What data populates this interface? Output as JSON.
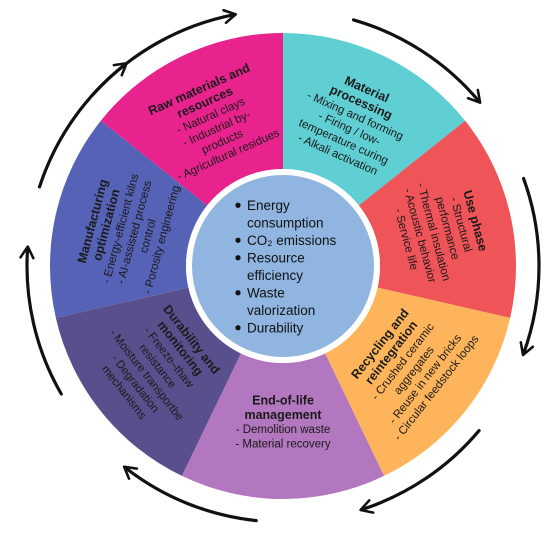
{
  "segments": [
    {
      "id": "raw-materials",
      "color": "#e8238e",
      "title": [
        "Raw materials and",
        "resources"
      ],
      "items": [
        "- Natural clays",
        "- Industrial by-",
        "products",
        "- Agricultural residues"
      ]
    },
    {
      "id": "material-processing",
      "color": "#5fcfd3",
      "title": [
        "Material",
        "processing"
      ],
      "items": [
        "- Mixing and forming",
        "- Firing / low-",
        "temperature curing",
        "- Alkali activation"
      ]
    },
    {
      "id": "use-phase",
      "color": "#ef5459",
      "title": [
        "Use phase"
      ],
      "items": [
        "- Structural",
        "performance",
        "- Thermal insulation",
        "- Acoustic behavior",
        "- Service life"
      ]
    },
    {
      "id": "recycling",
      "color": "#fdb45a",
      "title": [
        "Recycling and",
        "reintegration"
      ],
      "items": [
        "- Crushed ceramic",
        "aggregates",
        "- Reuse in new bricks",
        "- Circular feedstock loops"
      ]
    },
    {
      "id": "end-of-life",
      "color": "#b277be",
      "title": [
        "End-of-life",
        "management"
      ],
      "items": [
        "- Demolition waste",
        "- Material recovery"
      ]
    },
    {
      "id": "durability",
      "color": "#5a4f8d",
      "title": [
        "Durability and",
        "monitoring"
      ],
      "items": [
        "- Freeze–thaw",
        "resistance",
        "- Moisture transportbe",
        "- Degradation",
        "mechanisms"
      ]
    },
    {
      "id": "manufacturing",
      "color": "#5662b5",
      "title": [
        "Manufacturing",
        "optimization"
      ],
      "items": [
        "- Energy-efficient kilns",
        "- AI-assisted process",
        "control",
        "- Porosity engineering"
      ]
    }
  ],
  "center": {
    "color": "#8fb5e0",
    "items": [
      "Energy",
      "consumption",
      "CO₂ emissions",
      "Resource",
      "efficiency",
      "Waste",
      "valorization",
      "Durability"
    ]
  }
}
